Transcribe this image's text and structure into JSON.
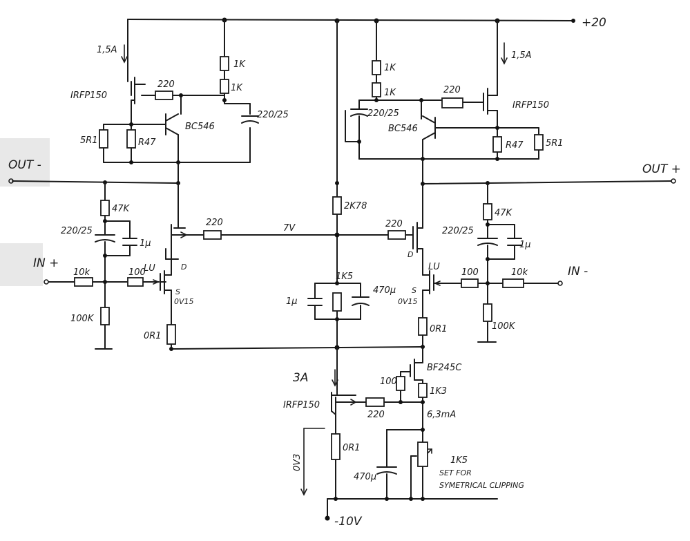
{
  "rails": {
    "positive": "+20",
    "negative": "-10V"
  },
  "outputs": {
    "out_minus": "OUT -",
    "out_plus": "OUT +"
  },
  "inputs": {
    "in_plus": "IN +",
    "in_minus": "IN -"
  },
  "left_supply": {
    "current": "1,5A",
    "mosfet": "IRFP150",
    "gate_res": "220",
    "res_top": "1K",
    "res_second": "1K",
    "cap": "220/25",
    "source_res_a": "5R1",
    "source_res_b": "R47",
    "transistor": "BC546"
  },
  "right_supply": {
    "current": "1,5A",
    "mosfet": "IRFP150",
    "gate_res": "220",
    "res_top": "1K",
    "res_second": "1K",
    "cap": "220/25",
    "source_res_a": "R47",
    "source_res_b": "5R1",
    "transistor": "BC546"
  },
  "left_stage": {
    "feedback_res": "47K",
    "cap_a": "220/25",
    "cap_b": "1µ",
    "gate_res": "220",
    "jfet": "LU",
    "input_res": "10k",
    "series_res": "100",
    "bias_res": "100K",
    "source_voltage": "0V15",
    "source_res": "0R1",
    "source_marker": "S",
    "drain_marker": "D"
  },
  "right_stage": {
    "feedback_res": "47K",
    "cap_a": "220/25",
    "cap_b": "1µ",
    "gate_res": "220",
    "jfet": "LU",
    "input_res": "10k",
    "series_res": "100",
    "bias_res": "100K",
    "source_voltage": "0V15",
    "source_res": "0R1",
    "source_marker": "S",
    "drain_marker": "D"
  },
  "center": {
    "divider_top": "2K78",
    "node_voltage": "7V",
    "divider_bottom": "1K5",
    "cap_left": "1µ",
    "cap_right": "470µ"
  },
  "ccs": {
    "current": "3A",
    "mosfet": "IRFP150",
    "gate_res": "220",
    "jfet": "BF245C",
    "jfet_res": "100",
    "bias_res": "1K3",
    "bias_current": "6,3mA",
    "source_res": "0R1",
    "source_voltage": "0V3",
    "cap": "470µ",
    "pot": "1K5",
    "note_line1": "SET FOR",
    "note_line2": "SYMETRICAL CLIPPING"
  }
}
